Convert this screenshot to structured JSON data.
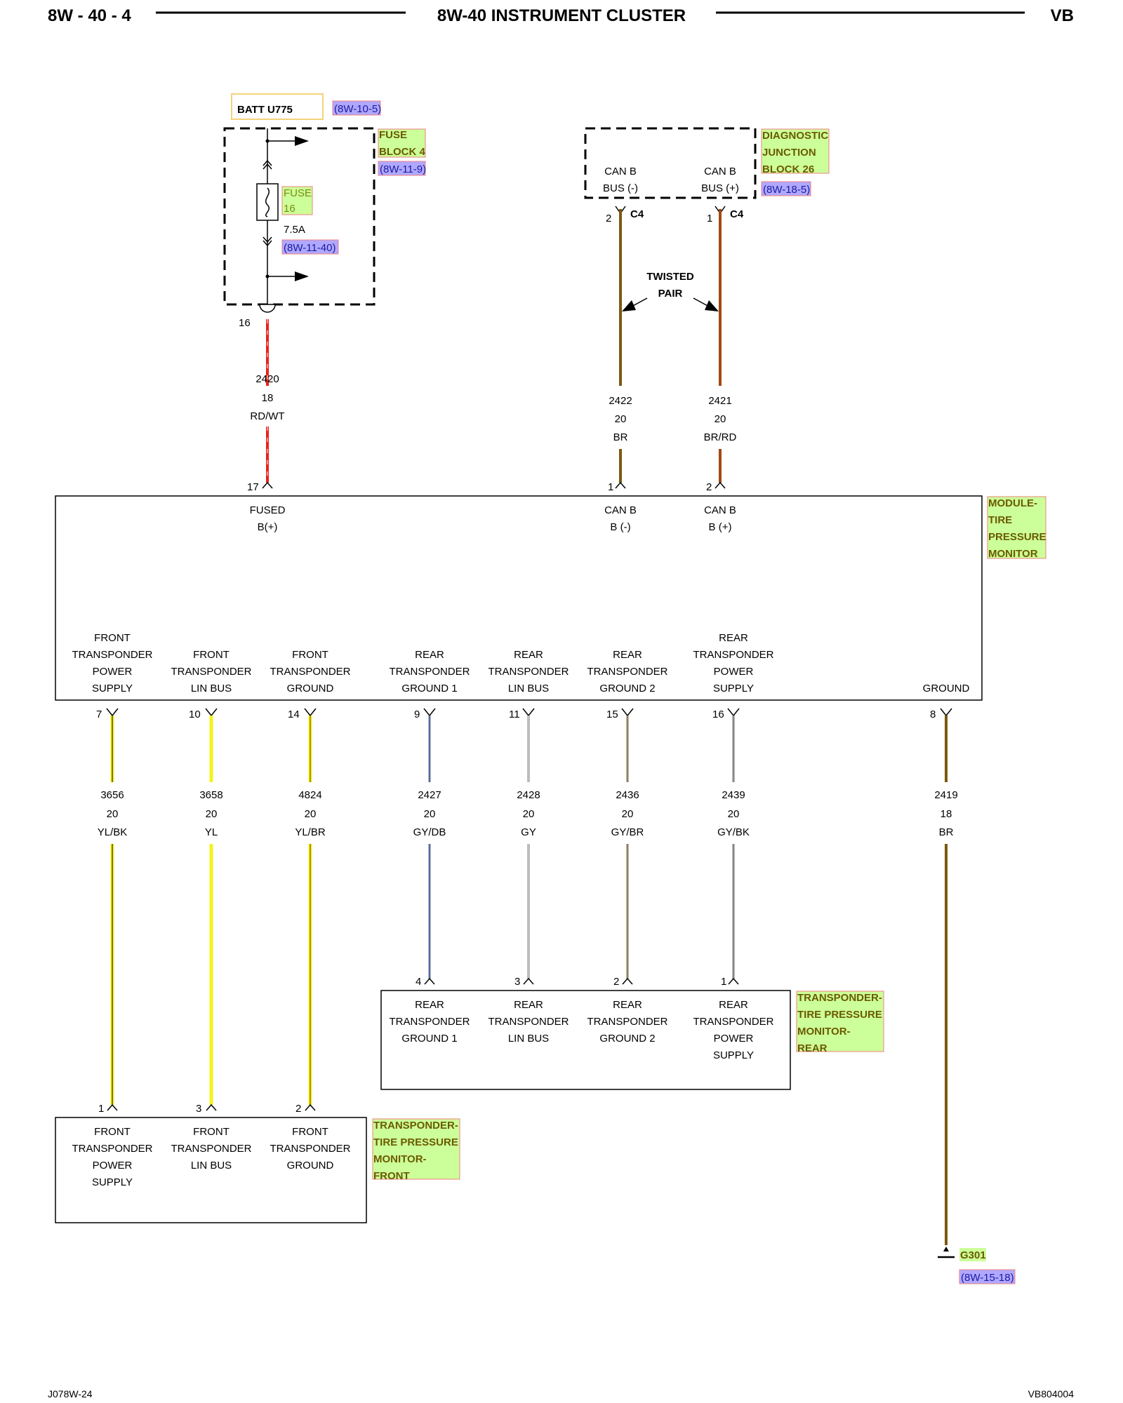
{
  "header": {
    "left": "8W - 40 - 4",
    "title": "8W-40 INSTRUMENT CLUSTER",
    "right": "VB"
  },
  "footer": {
    "left": "J078W-24",
    "right": "VB804004"
  },
  "power": {
    "source": "BATT U775",
    "source_ref": "(8W-10-5)",
    "fuse_block_l1": "FUSE",
    "fuse_block_l2": "BLOCK 4",
    "fuse_block_ref": "(8W-11-9)",
    "fuse_l1": "FUSE",
    "fuse_l2": "16",
    "fuse_rating": "7.5A",
    "fuse_ref": "(8W-11-40)",
    "cavity": "16"
  },
  "diag": {
    "label_l1": "DIAGNOSTIC",
    "label_l2": "JUNCTION",
    "label_l3": "BLOCK 26",
    "ref": "(8W-18-5)",
    "pin_neg_l1": "CAN B",
    "pin_neg_l2": "BUS (-)",
    "pin_pos_l1": "CAN B",
    "pin_pos_l2": "BUS (+)",
    "conn_neg_pin": "2",
    "conn_pos_pin": "1",
    "conn_name": "C4",
    "twisted_l1": "TWISTED",
    "twisted_l2": "PAIR"
  },
  "top_wires": [
    {
      "circuit": "2420",
      "gauge": "18",
      "color": "RD/WT"
    },
    {
      "circuit": "2422",
      "gauge": "20",
      "color": "BR"
    },
    {
      "circuit": "2421",
      "gauge": "20",
      "color": "BR/RD"
    }
  ],
  "module": {
    "label_l1": "MODULE-",
    "label_l2": "TIRE",
    "label_l3": "PRESSURE",
    "label_l4": "MONITOR",
    "top_pins": [
      {
        "pin": "17",
        "l1": "FUSED",
        "l2": "B(+)"
      },
      {
        "pin": "1",
        "l1": "CAN B",
        "l2": "B (-)"
      },
      {
        "pin": "2",
        "l1": "CAN B",
        "l2": "B (+)"
      }
    ],
    "bottom_pins": [
      {
        "pin": "7",
        "l1": "FRONT",
        "l2": "TRANSPONDER",
        "l3": "POWER",
        "l4": "SUPPLY"
      },
      {
        "pin": "10",
        "l1": "FRONT",
        "l2": "TRANSPONDER",
        "l3": "LIN BUS"
      },
      {
        "pin": "14",
        "l1": "FRONT",
        "l2": "TRANSPONDER",
        "l3": "GROUND"
      },
      {
        "pin": "9",
        "l1": "REAR",
        "l2": "TRANSPONDER",
        "l3": "GROUND 1"
      },
      {
        "pin": "11",
        "l1": "REAR",
        "l2": "TRANSPONDER",
        "l3": "LIN BUS"
      },
      {
        "pin": "15",
        "l1": "REAR",
        "l2": "TRANSPONDER",
        "l3": "GROUND 2"
      },
      {
        "pin": "16",
        "l1": "REAR",
        "l2": "TRANSPONDER",
        "l3": "POWER",
        "l4": "SUPPLY"
      },
      {
        "pin": "8",
        "l1": "GROUND"
      }
    ]
  },
  "bottom_wires": [
    {
      "circuit": "3656",
      "gauge": "20",
      "color": "YL/BK"
    },
    {
      "circuit": "3658",
      "gauge": "20",
      "color": "YL"
    },
    {
      "circuit": "4824",
      "gauge": "20",
      "color": "YL/BR"
    },
    {
      "circuit": "2427",
      "gauge": "20",
      "color": "GY/DB"
    },
    {
      "circuit": "2428",
      "gauge": "20",
      "color": "GY"
    },
    {
      "circuit": "2436",
      "gauge": "20",
      "color": "GY/BR"
    },
    {
      "circuit": "2439",
      "gauge": "20",
      "color": "GY/BK"
    },
    {
      "circuit": "2419",
      "gauge": "18",
      "color": "BR"
    }
  ],
  "rear_tpm": {
    "label_l1": "TRANSPONDER-",
    "label_l2": "TIRE PRESSURE",
    "label_l3": "MONITOR-",
    "label_l4": "REAR",
    "pins": [
      {
        "pin": "4",
        "l1": "REAR",
        "l2": "TRANSPONDER",
        "l3": "GROUND 1"
      },
      {
        "pin": "3",
        "l1": "REAR",
        "l2": "TRANSPONDER",
        "l3": "LIN BUS"
      },
      {
        "pin": "2",
        "l1": "REAR",
        "l2": "TRANSPONDER",
        "l3": "GROUND 2"
      },
      {
        "pin": "1",
        "l1": "REAR",
        "l2": "TRANSPONDER",
        "l3": "POWER",
        "l4": "SUPPLY"
      }
    ]
  },
  "front_tpm": {
    "label_l1": "TRANSPONDER-",
    "label_l2": "TIRE PRESSURE",
    "label_l3": "MONITOR-",
    "label_l4": "FRONT",
    "pins": [
      {
        "pin": "1",
        "l1": "FRONT",
        "l2": "TRANSPONDER",
        "l3": "POWER",
        "l4": "SUPPLY"
      },
      {
        "pin": "3",
        "l1": "FRONT",
        "l2": "TRANSPONDER",
        "l3": "LIN BUS"
      },
      {
        "pin": "2",
        "l1": "FRONT",
        "l2": "TRANSPONDER",
        "l3": "GROUND"
      }
    ]
  },
  "ground": {
    "label": "G301",
    "ref": "(8W-15-18)"
  },
  "colors": {
    "red": "#e8241c",
    "brown": "#7a5a10",
    "yellow": "#f5f21c",
    "gray": "#bcbcbc",
    "blue": "#2f4ea8",
    "black": "#000000",
    "tag_fill": "#ccff99",
    "tag_border": "#f08080",
    "ref_fill": "#b0a8ff",
    "batt_border": "#f5d27a"
  }
}
